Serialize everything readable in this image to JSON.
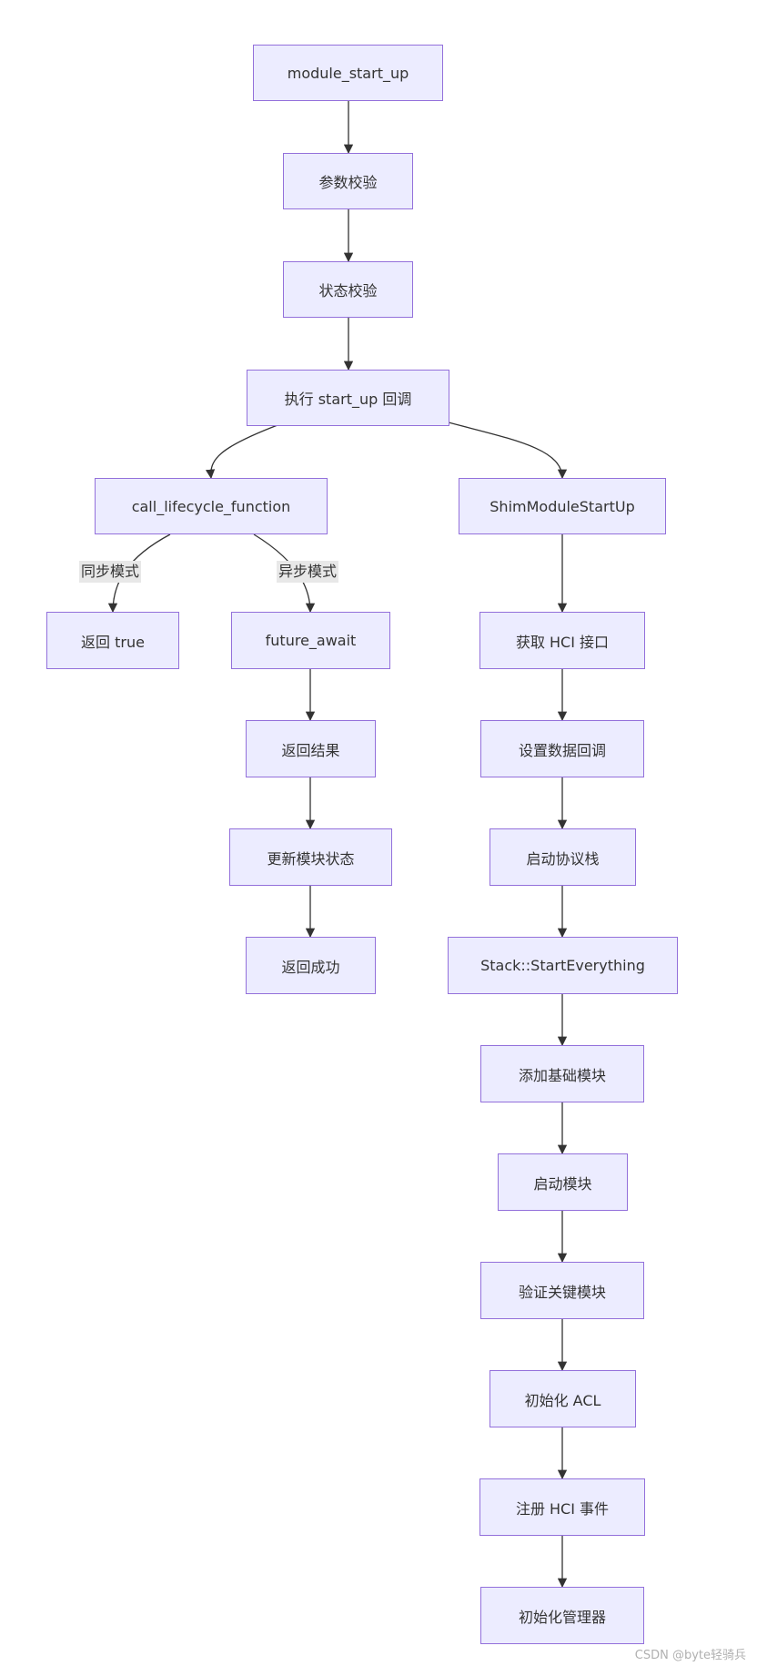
{
  "nodes": {
    "module_start_up": "module_start_up",
    "param_check": "参数校验",
    "state_check": "状态校验",
    "exec_startup": "执行 start_up 回调",
    "call_lifecycle": "call_lifecycle_function",
    "shim_startup": "ShimModuleStartUp",
    "return_true": "返回 true",
    "future_await": "future_await",
    "get_hci": "获取 HCI 接口",
    "return_result": "返回结果",
    "set_data_cb": "设置数据回调",
    "update_state": "更新模块状态",
    "start_stack": "启动协议栈",
    "return_success": "返回成功",
    "stack_start_everything": "Stack::StartEverything",
    "add_base_modules": "添加基础模块",
    "start_modules": "启动模块",
    "verify_key_modules": "验证关键模块",
    "init_acl": "初始化 ACL",
    "register_hci_events": "注册 HCI 事件",
    "init_managers": "初始化管理器"
  },
  "edge_labels": {
    "sync": "同步模式",
    "async": "异步模式"
  },
  "watermark": "CSDN @byte轻骑兵",
  "colors": {
    "node_fill": "#ECECFF",
    "node_border": "#9370DB",
    "edge": "#333333",
    "label_bg": "#e8e8e8"
  }
}
